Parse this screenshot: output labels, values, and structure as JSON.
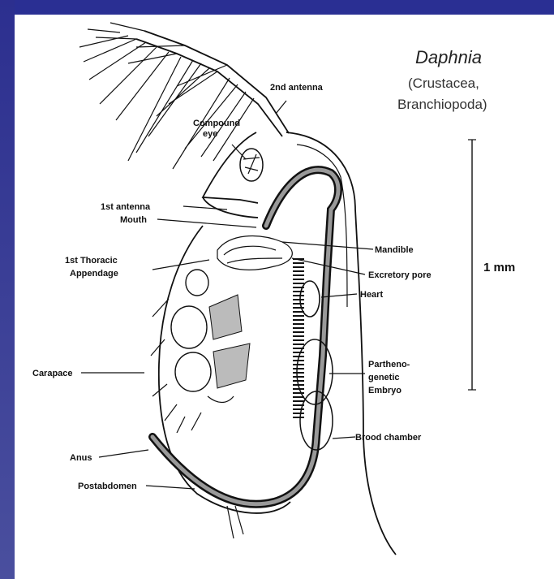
{
  "title": "Daphnia",
  "subtitle_line1": "(Crustacea,",
  "subtitle_line2": "Branchiopoda)",
  "scale_label": "1 mm",
  "labels": {
    "second_antenna": "2nd antenna",
    "compound_eye_1": "Compound",
    "compound_eye_2": "eye",
    "first_antenna": "1st antenna",
    "mouth": "Mouth",
    "mandible": "Mandible",
    "thoracic_1": "1st Thoracic",
    "thoracic_2": "Appendage",
    "excretory_pore": "Excretory pore",
    "heart": "Heart",
    "carapace": "Carapace",
    "embryo_1": "Partheno-",
    "embryo_2": "genetic",
    "embryo_3": "Embryo",
    "brood_chamber": "Brood chamber",
    "anus": "Anus",
    "postabdomen": "Postabdomen"
  },
  "colors": {
    "background": "#2f3496",
    "panel": "#ffffff",
    "ink": "#111111"
  }
}
